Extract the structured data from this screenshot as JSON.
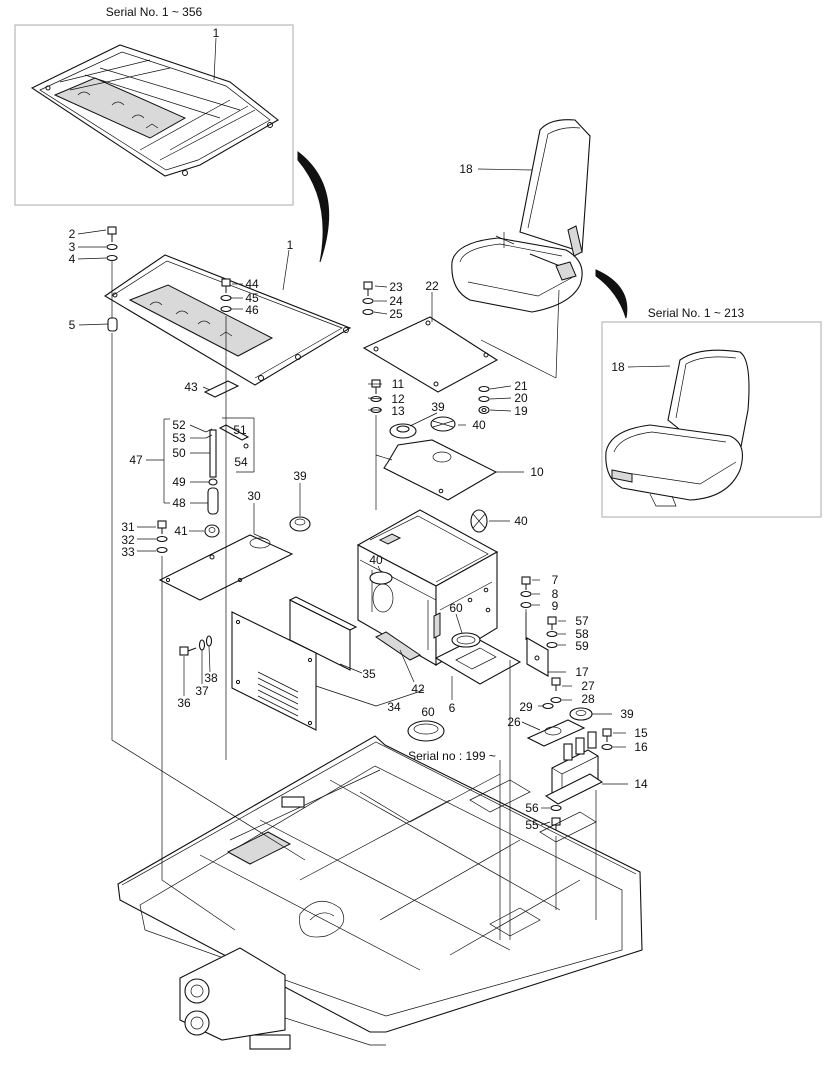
{
  "insets": {
    "left_title": "Serial No. 1 ~ 356",
    "right_title": "Serial No. 1 ~ 213",
    "note": "Serial no : 199 ~"
  },
  "callouts": [
    {
      "id": "c1a",
      "label": "1"
    },
    {
      "id": "c1b",
      "label": "1"
    },
    {
      "id": "c2",
      "label": "2"
    },
    {
      "id": "c3",
      "label": "3"
    },
    {
      "id": "c4",
      "label": "4"
    },
    {
      "id": "c5",
      "label": "5"
    },
    {
      "id": "c6",
      "label": "6"
    },
    {
      "id": "c7",
      "label": "7"
    },
    {
      "id": "c8",
      "label": "8"
    },
    {
      "id": "c9",
      "label": "9"
    },
    {
      "id": "c10",
      "label": "10"
    },
    {
      "id": "c11",
      "label": "11"
    },
    {
      "id": "c12",
      "label": "12"
    },
    {
      "id": "c13",
      "label": "13"
    },
    {
      "id": "c14",
      "label": "14"
    },
    {
      "id": "c15",
      "label": "15"
    },
    {
      "id": "c16",
      "label": "16"
    },
    {
      "id": "c17",
      "label": "17"
    },
    {
      "id": "c18a",
      "label": "18"
    },
    {
      "id": "c18b",
      "label": "18"
    },
    {
      "id": "c19",
      "label": "19"
    },
    {
      "id": "c20",
      "label": "20"
    },
    {
      "id": "c21",
      "label": "21"
    },
    {
      "id": "c22",
      "label": "22"
    },
    {
      "id": "c23",
      "label": "23"
    },
    {
      "id": "c24",
      "label": "24"
    },
    {
      "id": "c25",
      "label": "25"
    },
    {
      "id": "c26",
      "label": "26"
    },
    {
      "id": "c27",
      "label": "27"
    },
    {
      "id": "c28",
      "label": "28"
    },
    {
      "id": "c29",
      "label": "29"
    },
    {
      "id": "c30",
      "label": "30"
    },
    {
      "id": "c31",
      "label": "31"
    },
    {
      "id": "c32",
      "label": "32"
    },
    {
      "id": "c33",
      "label": "33"
    },
    {
      "id": "c34",
      "label": "34"
    },
    {
      "id": "c35",
      "label": "35"
    },
    {
      "id": "c36",
      "label": "36"
    },
    {
      "id": "c37",
      "label": "37"
    },
    {
      "id": "c38",
      "label": "38"
    },
    {
      "id": "c39a",
      "label": "39"
    },
    {
      "id": "c39b",
      "label": "39"
    },
    {
      "id": "c39c",
      "label": "39"
    },
    {
      "id": "c40a",
      "label": "40"
    },
    {
      "id": "c40b",
      "label": "40"
    },
    {
      "id": "c40c",
      "label": "40"
    },
    {
      "id": "c41",
      "label": "41"
    },
    {
      "id": "c42",
      "label": "42"
    },
    {
      "id": "c43",
      "label": "43"
    },
    {
      "id": "c44",
      "label": "44"
    },
    {
      "id": "c45",
      "label": "45"
    },
    {
      "id": "c46",
      "label": "46"
    },
    {
      "id": "c47",
      "label": "47"
    },
    {
      "id": "c48",
      "label": "48"
    },
    {
      "id": "c49",
      "label": "49"
    },
    {
      "id": "c50",
      "label": "50"
    },
    {
      "id": "c51",
      "label": "51"
    },
    {
      "id": "c52",
      "label": "52"
    },
    {
      "id": "c53",
      "label": "53"
    },
    {
      "id": "c54",
      "label": "54"
    },
    {
      "id": "c55",
      "label": "55"
    },
    {
      "id": "c56",
      "label": "56"
    },
    {
      "id": "c57",
      "label": "57"
    },
    {
      "id": "c58",
      "label": "58"
    },
    {
      "id": "c59",
      "label": "59"
    },
    {
      "id": "c60a",
      "label": "60"
    },
    {
      "id": "c60b",
      "label": "60"
    }
  ]
}
